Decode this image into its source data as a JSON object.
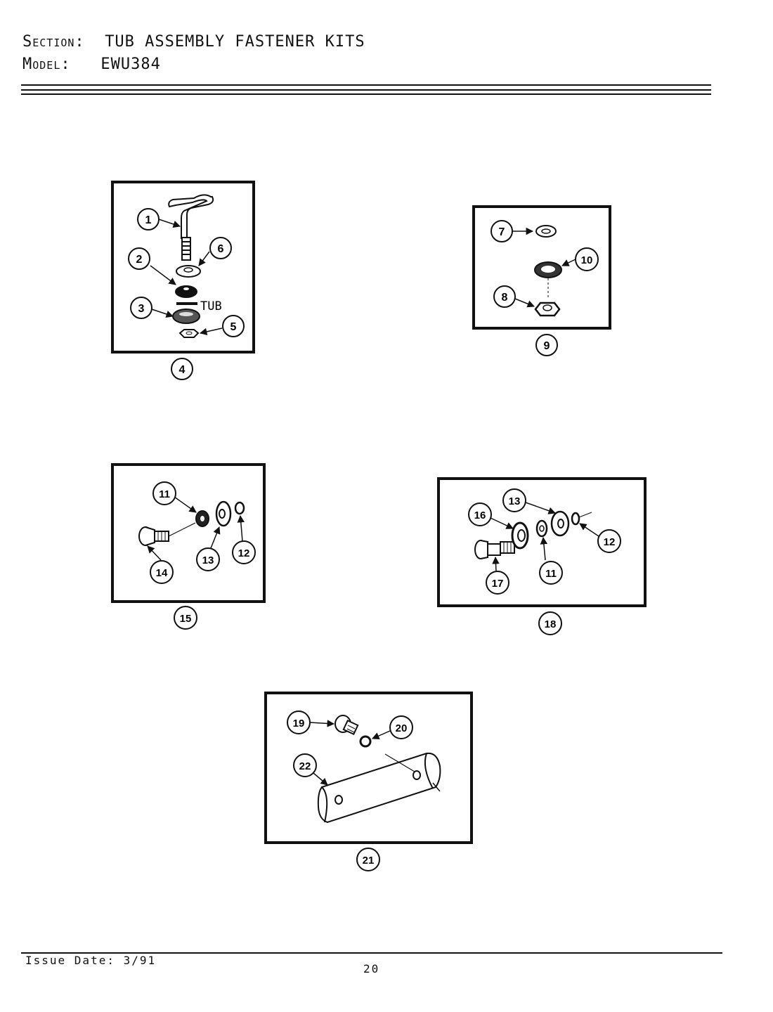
{
  "header": {
    "section_label": "Section:",
    "section_value": "TUB ASSEMBLY FASTENER KITS",
    "model_label": "Model:",
    "model_value": "EWU384"
  },
  "footer": {
    "issue_date": "Issue Date: 3/91",
    "page_number": "20"
  },
  "kits": {
    "kit_4": {
      "label": "4",
      "text_tub": "TUB",
      "callouts": [
        "1",
        "2",
        "3",
        "5",
        "6"
      ]
    },
    "kit_9": {
      "label": "9",
      "callouts": [
        "7",
        "8",
        "10"
      ]
    },
    "kit_15": {
      "label": "15",
      "callouts": [
        "11",
        "12",
        "13",
        "14"
      ]
    },
    "kit_18": {
      "label": "18",
      "callouts": [
        "11",
        "12",
        "13",
        "16",
        "17"
      ]
    },
    "kit_21": {
      "label": "21",
      "callouts": [
        "19",
        "20",
        "22"
      ]
    }
  }
}
